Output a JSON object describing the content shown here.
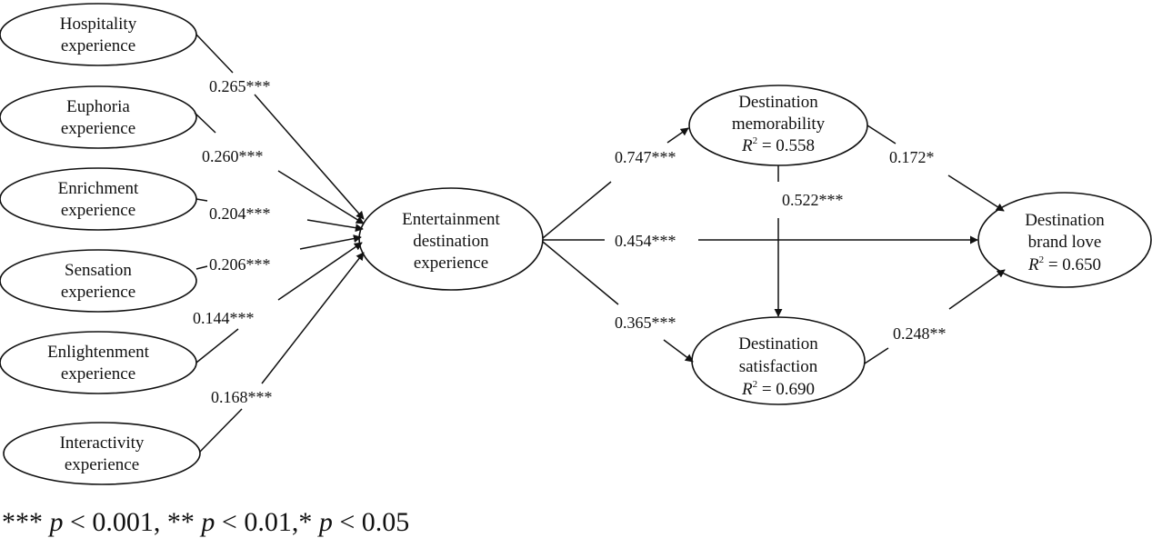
{
  "nodes": {
    "hospitality": [
      "Hospitality",
      "experience"
    ],
    "euphoria": [
      "Euphoria",
      "experience"
    ],
    "enrichment": [
      "Enrichment",
      "experience"
    ],
    "sensation": [
      "Sensation",
      "experience"
    ],
    "enlightenment": [
      "Enlightenment",
      "experience"
    ],
    "interactivity": [
      "Interactivity",
      "experience"
    ],
    "entertainment": [
      "Entertainment",
      "destination",
      "experience"
    ],
    "memorability": {
      "lines": [
        "Destination",
        "memorability"
      ],
      "r2": "0.558"
    },
    "satisfaction": {
      "lines": [
        "Destination",
        "satisfaction"
      ],
      "r2": "0.690"
    },
    "brand_love": {
      "lines": [
        "Destination",
        "brand love"
      ],
      "r2": "0.650"
    }
  },
  "r2_label": {
    "letter": "R",
    "sup": "2",
    "eq": " = "
  },
  "paths": {
    "hospitality": "0.265***",
    "euphoria": "0.260***",
    "enrichment": "0.204***",
    "sensation": "0.206***",
    "enlightenment": "0.144***",
    "interactivity": "0.168***",
    "ent_memorability": "0.747***",
    "ent_brandlove": "0.454***",
    "ent_satisfaction": "0.365***",
    "mem_satisfaction": "0.522***",
    "mem_brandlove": "0.172*",
    "sat_brandlove": "0.248**"
  },
  "footnote": {
    "p1": "*** ",
    "p2": " < 0.001, ** ",
    "p3": " < 0.01,* ",
    "p4": " < 0.05",
    "p_letter": "p"
  },
  "colors": {
    "stroke": "#111111",
    "background": "#ffffff"
  }
}
